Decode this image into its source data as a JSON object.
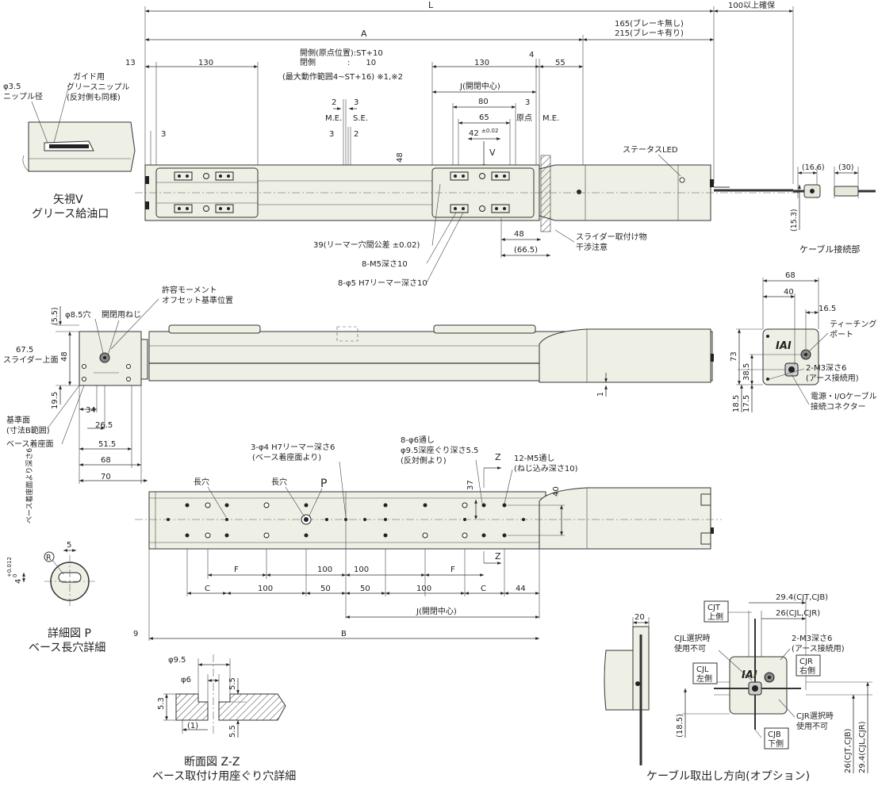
{
  "top_view": {
    "L": "L",
    "ensure_100": "100以上確保",
    "A": "A",
    "brake_none": "165(ブレーキ無し)",
    "brake_with": "215(ブレーキ有り)",
    "d13": "13",
    "d130_left": "130",
    "d130_right": "130",
    "d4": "4",
    "d55": "55",
    "open_origin": "開側(原点位置):ST+10",
    "closed": "閉側　　　　:　　10",
    "max_range": "(最大動作範囲4~ST+16) ※1,※2",
    "j_open_center": "J(開閉中心)",
    "d80": "80",
    "d65": "65",
    "d42": "42",
    "tol42": "±0.02",
    "d2a": "2",
    "d3a": "3",
    "me_left": "M.E.",
    "se": "S.E.",
    "d3b": "3",
    "d2b": "2",
    "d3c": "3",
    "origin": "原点",
    "me_right": "M.E.",
    "d3_left": "3",
    "d48_vert": "48",
    "v_arrow": "V",
    "status_led": "ステータスLED",
    "d16_6": "(16.6)",
    "d30": "(30)",
    "d15_3": "(15.3)",
    "cable_conn": "ケーブル接続部",
    "d48_bottom": "48",
    "d66_5": "(66.5)",
    "slider_interference_1": "スライダー取付け物",
    "slider_interference_2": "干渉注意",
    "reamer_tol": "39(リーマー穴間公差 ±0.02)",
    "m5_holes": "8-M5深さ10",
    "reamer_holes": "8-φ5 H7リーマー深さ10"
  },
  "grease_view": {
    "nipple_d": "φ3.5",
    "nipple_label": "ニップル径",
    "guide_1": "ガイド用",
    "guide_2": "グリースニップル",
    "guide_3": "(反対側も同様)",
    "title_1": "矢視V",
    "title_2": "グリース給油口"
  },
  "side_view": {
    "d5_5": "(5.5)",
    "d8_5": "φ8.5穴",
    "screw": "開閉用ねじ",
    "moment_1": "許容モーメント",
    "moment_2": "オフセット基準位置",
    "d67_5": "67.5",
    "slider_top": "スライダー上面",
    "d48": "48",
    "d19_5": "19.5",
    "ref_face_1": "基準面",
    "ref_face_2": "(寸法B範囲)",
    "base_face": "ベース着座面",
    "d34": "34",
    "d26_5": "26.5",
    "d51_5": "51.5",
    "d68": "68",
    "d70": "70",
    "d1": "1"
  },
  "end_view": {
    "d68": "68",
    "d40": "40",
    "d16_5": "16.5",
    "teaching_1": "ティーチング",
    "teaching_2": "ポート",
    "d73": "73",
    "d38_5": "38.5",
    "m3_1": "2-M3深さ6",
    "m3_2": "(アース接続用)",
    "d18_5": "18.5",
    "d17_5": "17.5",
    "power_1": "電源・I/Oケーブル",
    "power_2": "接続コネクター",
    "logo": "IAI"
  },
  "bottom_view": {
    "reamer3": "3-φ4 H7リーマー深さ6",
    "reamer3b": "(ベース着座面より)",
    "thru_1": "8-φ6通し",
    "thru_2": "φ9.5深座ぐり深さ5.5",
    "thru_3": "(反対側より)",
    "m5_1": "12-M5通し",
    "m5_2": "(ねじ込み深さ10)",
    "slot1": "長穴",
    "slot2": "長穴",
    "p_mark": "P",
    "z_top": "Z",
    "z_bottom": "Z",
    "d37": "37",
    "d40": "40",
    "F_left": "F",
    "F_right": "F",
    "d100a": "100",
    "d100b": "100",
    "C_left": "C",
    "d100c": "100",
    "d50a": "50",
    "d50b": "50",
    "d100d": "100",
    "C_right": "C",
    "d44": "44",
    "j_center": "J(開閉中心)",
    "d9": "9",
    "B": "B"
  },
  "detail_p": {
    "depth_label": "ベース着座面より深さ6",
    "d4": "4",
    "tol": "+0.012",
    "tol0": "0",
    "d5": "5",
    "r": "R",
    "title_1": "詳細図 P",
    "title_2": "ベース長穴詳細"
  },
  "section_zz": {
    "d9_5": "φ9.5",
    "d6": "φ6",
    "d5_3": "5.3",
    "d5_5a": "5.5",
    "d5_5b": "5.5",
    "d1": "(1)",
    "title_1": "断面図 Z-Z",
    "title_2": "ベース取付け用座ぐり穴詳細"
  },
  "cable_option": {
    "d20": "20",
    "cjt_1": "CJT",
    "cjt_2": "上側",
    "d29_4": "29.4(CJT,CJB)",
    "d26": "26(CJL,CJR)",
    "cjl_sel_1": "CJL選択時",
    "cjl_sel_2": "使用不可",
    "m3_1": "2-M3深さ6",
    "m3_2": "(アース接続用)",
    "cjl_1": "CJL",
    "cjl_2": "左側",
    "cjr_1": "CJR",
    "cjr_2": "右側",
    "cjr_sel_1": "CJR選択時",
    "cjr_sel_2": "使用不可",
    "cjb_1": "CJB",
    "cjb_2": "下側",
    "d18_5": "(18.5)",
    "v26": "26(CJT,CJB)",
    "v29_4": "29.4(CJL,CJR)",
    "title": "ケーブル取出し方向(オプション)",
    "logo": "IAI"
  }
}
